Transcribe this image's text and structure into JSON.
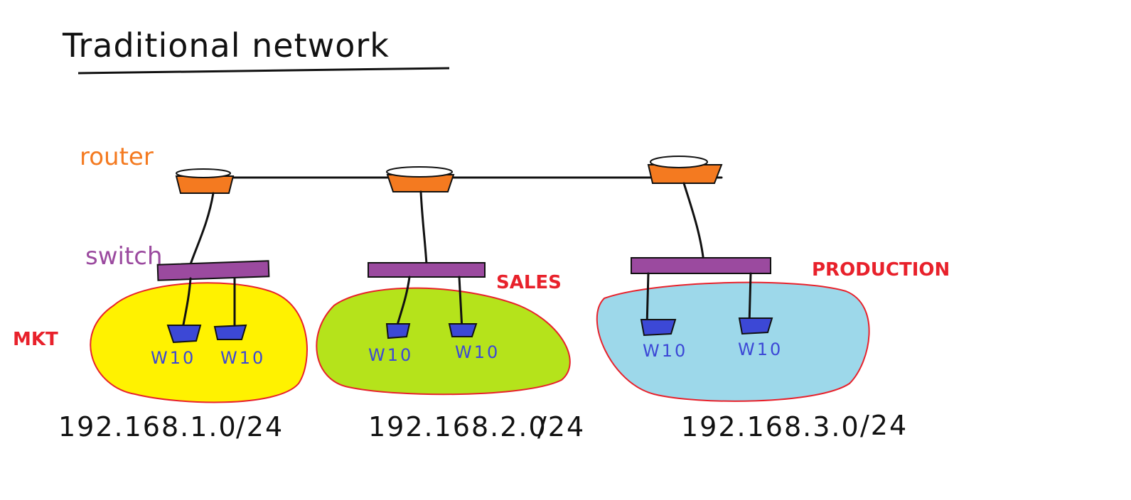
{
  "title": "Traditional network",
  "labels": {
    "router": "router",
    "switch": "switch"
  },
  "segments": [
    {
      "name": "MKT",
      "blob_color": "#fff200",
      "pc_labels": [
        "W10",
        "W10"
      ],
      "subnet": "192.168.1.0",
      "mask": "/24"
    },
    {
      "name": "SALES",
      "blob_color": "#b5e31b",
      "pc_labels": [
        "W10",
        "W10"
      ],
      "subnet": "192.168.2.0",
      "mask": "/24"
    },
    {
      "name": "PRODUCTION",
      "blob_color": "#9dd8ea",
      "pc_labels": [
        "W10",
        "W10"
      ],
      "subnet": "192.168.3.0",
      "mask": "/24"
    }
  ],
  "colors": {
    "router": "#f47a20",
    "switch": "#9b4a9f",
    "pc": "#3c48d6",
    "outline": "#e8212b",
    "ink": "#111111"
  }
}
